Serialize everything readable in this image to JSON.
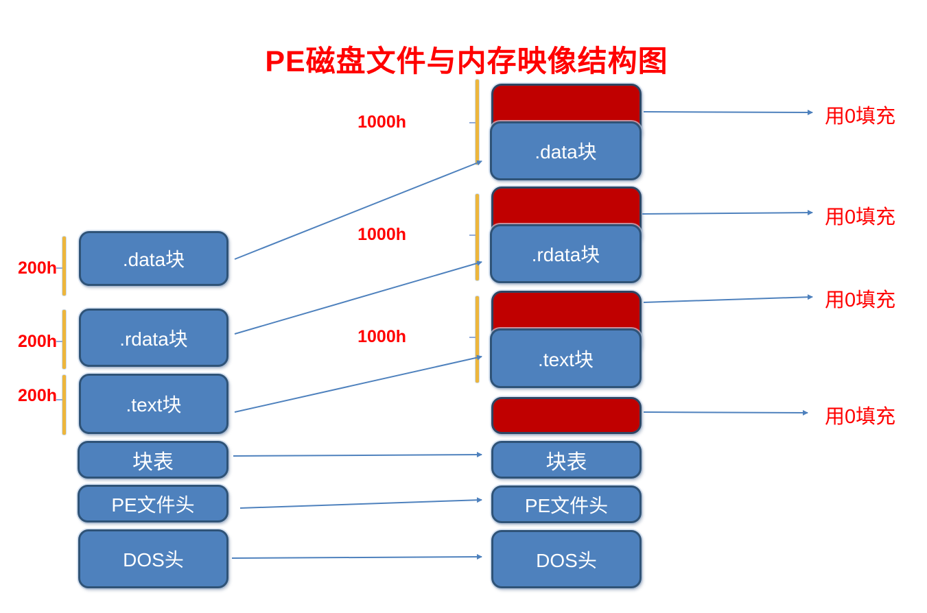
{
  "title": "PE磁盘文件与内存映像结构图",
  "colors": {
    "box_blue": "#4E81BD",
    "box_red": "#C00000",
    "border_navy": "#2F5377",
    "bracket_yellow": "#EDB63C",
    "label_red": "#FF0000",
    "arrow_blue": "#4E81BD",
    "box_text": "#FFFFFF",
    "background": "#FFFFFF"
  },
  "disk": {
    "size_labels": [
      "200h",
      "200h",
      "200h"
    ],
    "sections": {
      "data": ".data块",
      "rdata": ".rdata块",
      "text": ".text块",
      "table": "块表",
      "pe_header": "PE文件头",
      "dos_header": "DOS头"
    }
  },
  "memory": {
    "size_labels": [
      "1000h",
      "1000h",
      "1000h"
    ],
    "sections": {
      "data": ".data块",
      "rdata": ".rdata块",
      "text": ".text块",
      "table": "块表",
      "pe_header": "PE文件头",
      "dos_header": "DOS头"
    },
    "fill_labels": [
      "用0填充",
      "用0填充",
      "用0填充",
      "用0填充"
    ]
  }
}
